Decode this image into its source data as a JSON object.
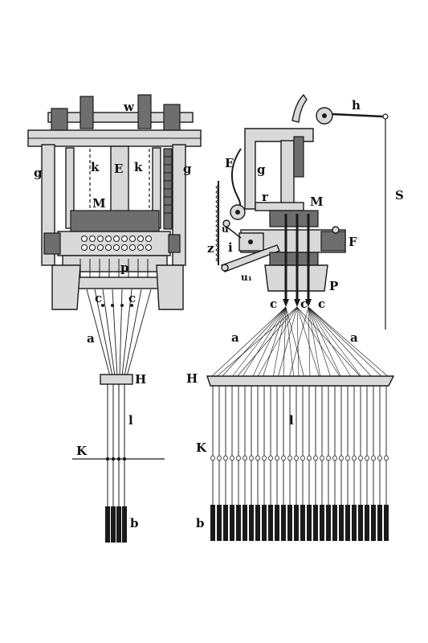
{
  "labels": {
    "left": {
      "w": "w",
      "g_left": "g",
      "g_right": "g",
      "k_left": "k",
      "k_right": "k",
      "E": "E",
      "M": "M",
      "p": "p",
      "c_left": "c",
      "c_right": "c",
      "a": "a",
      "H": "H",
      "l": "l",
      "K": "K",
      "b": "b"
    },
    "right": {
      "h": "h",
      "S": "S",
      "E": "E",
      "g": "g",
      "r": "r",
      "M": "M",
      "u": "u",
      "z": "z",
      "i": "i",
      "F": "F",
      "u1": "u₁",
      "P": "P",
      "c1": "c",
      "c2": "c",
      "c3": "c",
      "a_left": "a",
      "a_right": "a",
      "H": "H",
      "l": "l",
      "K": "K",
      "b": "b"
    }
  },
  "colors": {
    "ink": "#1a1a1a",
    "paper": "#ffffff",
    "metal": "#d9d9d9",
    "shadow": "#6e6e6e"
  },
  "icons": {
    "left": "jacquard-head-front-view",
    "right": "jacquard-head-side-view"
  }
}
